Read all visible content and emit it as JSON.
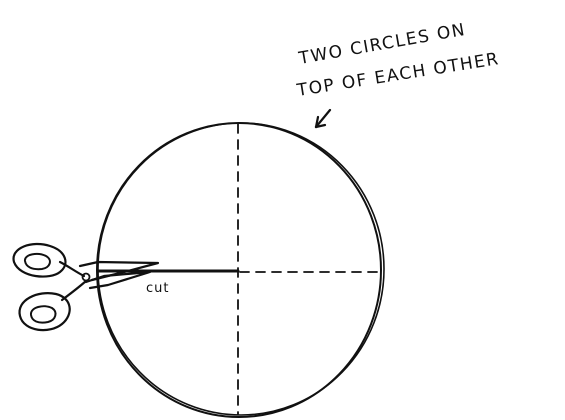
{
  "annotation": {
    "line1": "TWO CIRCLES ON",
    "line2": "TOP OF EACH OTHER"
  },
  "cut_label": "cut",
  "colors": {
    "ink": "#111111",
    "background": "#ffffff"
  },
  "icons": {
    "scissors": "scissors-icon",
    "arrow": "arrow-down-left-icon"
  }
}
